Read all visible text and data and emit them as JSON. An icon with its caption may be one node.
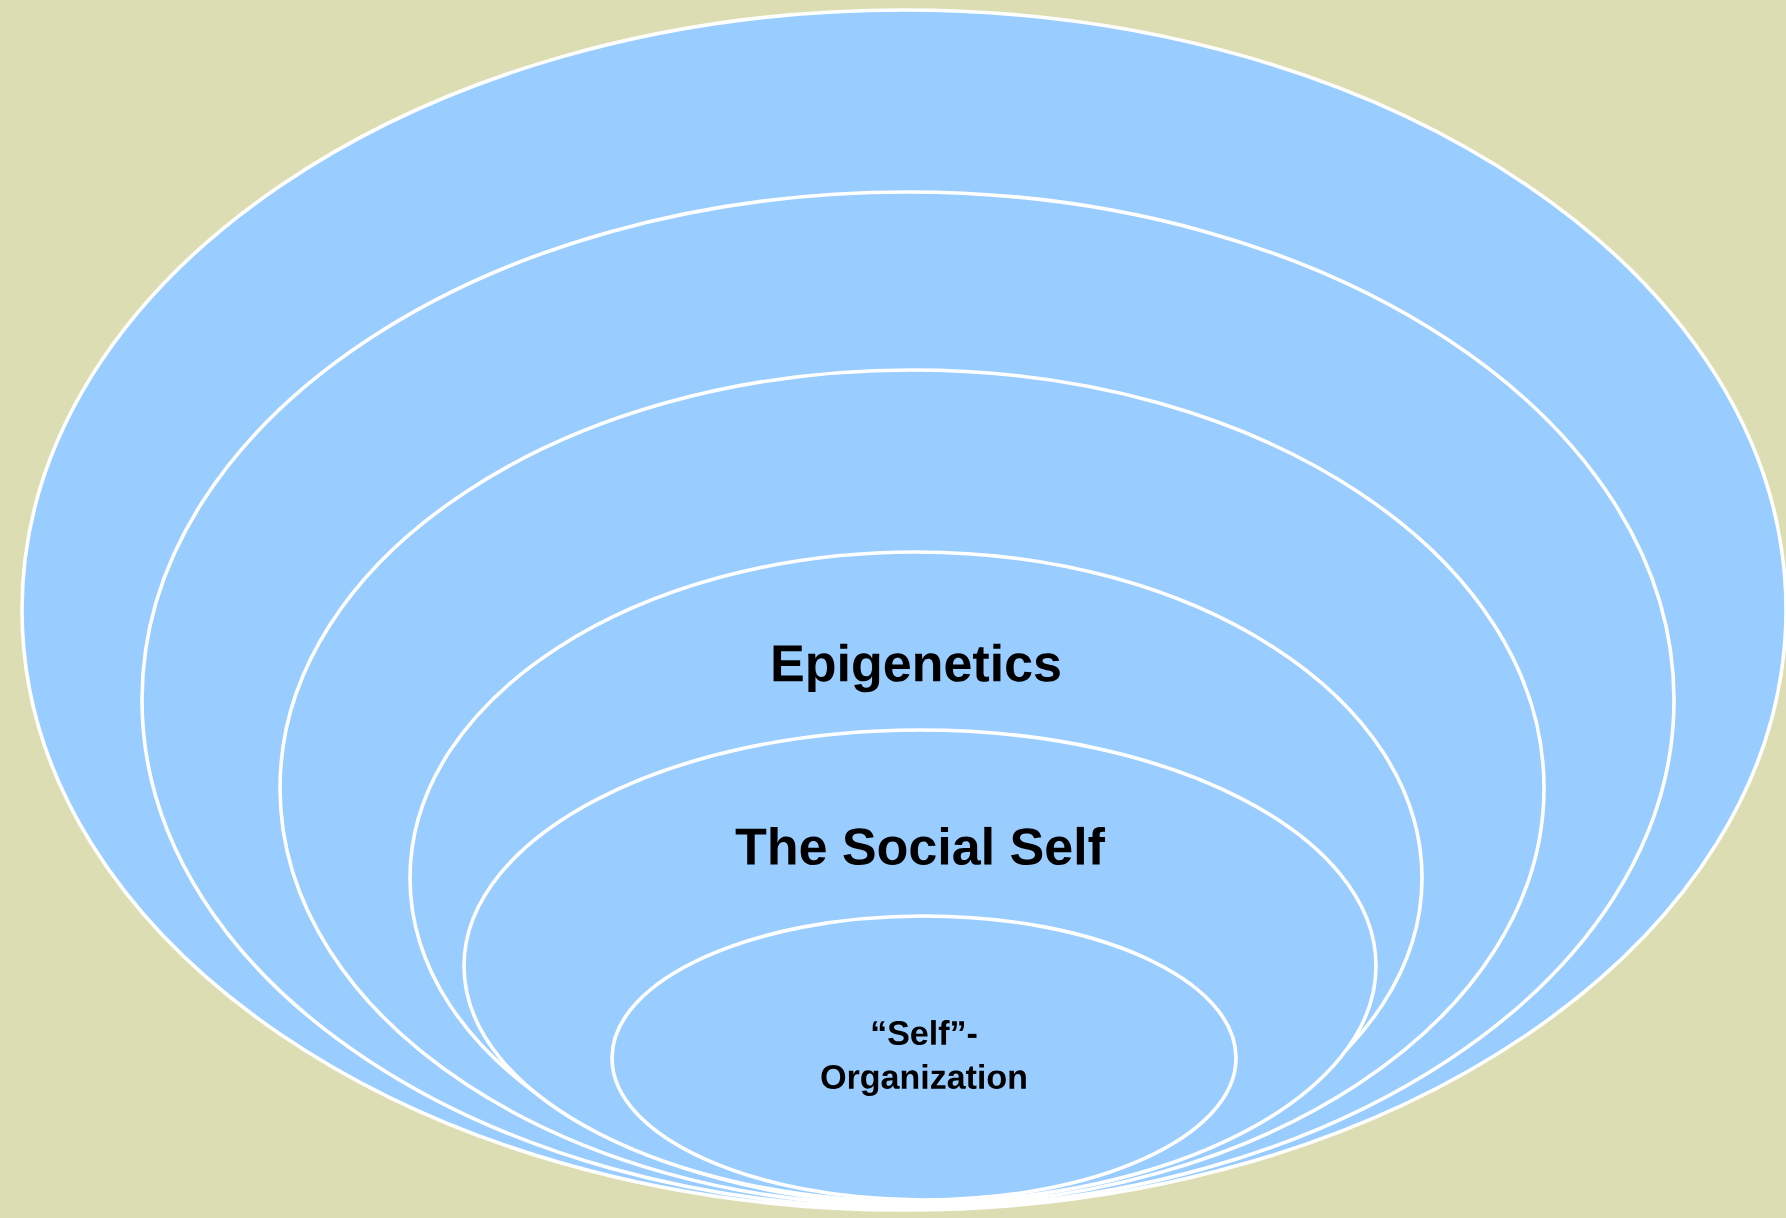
{
  "diagram": {
    "nodes": [
      {
        "text": [],
        "shape": "ellipse"
      },
      {
        "text": [],
        "shape": "ellipse",
        "in": 0
      },
      {
        "text": [],
        "shape": "ellipse",
        "in": 1
      },
      {
        "text": [
          "Epigenetics"
        ],
        "in": 2
      },
      {
        "text": [
          "The Social Self"
        ],
        "in": 3
      },
      {
        "text": [
          "“Self”- Organization"
        ],
        "in": 4
      }
    ]
  }
}
